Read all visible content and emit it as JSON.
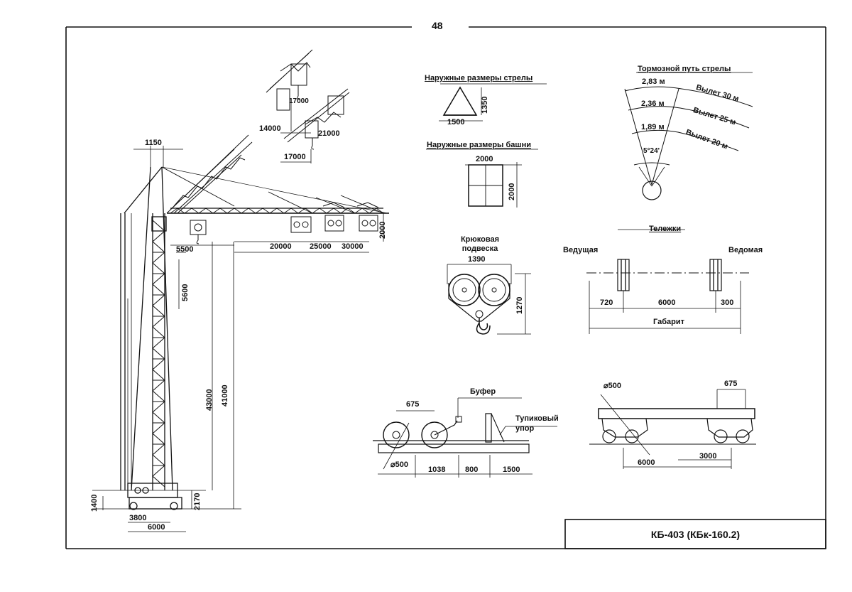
{
  "page_number": "48",
  "stamp_title": "КБ-403 (КБк-160.2)",
  "crane": {
    "dim_top_width": "1150",
    "dim_boom_jib_1": "5500",
    "dim_boom_jib_2": "20000",
    "dim_boom_jib_3": "25000",
    "dim_boom_jib_4": "30000",
    "dim_hook_height": "2000",
    "dim_section": "5600",
    "dim_height_1": "43000",
    "dim_height_2": "41000",
    "dim_base_1": "1400",
    "dim_base_2": "2170",
    "dim_base_3": "3800",
    "dim_base_4": "6000",
    "dim_incline_1": "17000",
    "dim_incline_2": "14000",
    "dim_incline_3": "21000",
    "dim_incline_4": "17000"
  },
  "boom_section": {
    "title": "Наружные размеры стрелы",
    "width": "1500",
    "height": "1350"
  },
  "tower_section": {
    "title": "Наружные размеры башни",
    "width": "2000",
    "height": "2000"
  },
  "braking": {
    "title": "Тормозной путь стрелы",
    "d1": "2,83 м",
    "d2": "2,36 м",
    "d3": "1,89 м",
    "angle": "5°24'",
    "reach1": "Вылет 30 м",
    "reach2": "Вылет 25 м",
    "reach3": "Вылет 20 м"
  },
  "hook": {
    "title_line1": "Крюковая",
    "title_line2": "подвеска",
    "width": "1390",
    "height": "1270"
  },
  "bogies": {
    "title": "Тележки",
    "drive_label": "Ведущая",
    "driven_label": "Ведомая",
    "d_left": "720",
    "d_mid": "6000",
    "d_right": "300",
    "gabarit": "Габарит"
  },
  "buffer": {
    "buffer_label": "Буфер",
    "stop_label_line1": "Тупиковый",
    "stop_label_line2": "упор",
    "d_wheel_gap": "675",
    "d_diameter": "⌀500",
    "d1": "1038",
    "d2": "800",
    "d3": "1500"
  },
  "undercarriage": {
    "d_diameter": "⌀500",
    "d_wheel_gap": "675",
    "d_base": "6000",
    "d_half": "3000"
  }
}
